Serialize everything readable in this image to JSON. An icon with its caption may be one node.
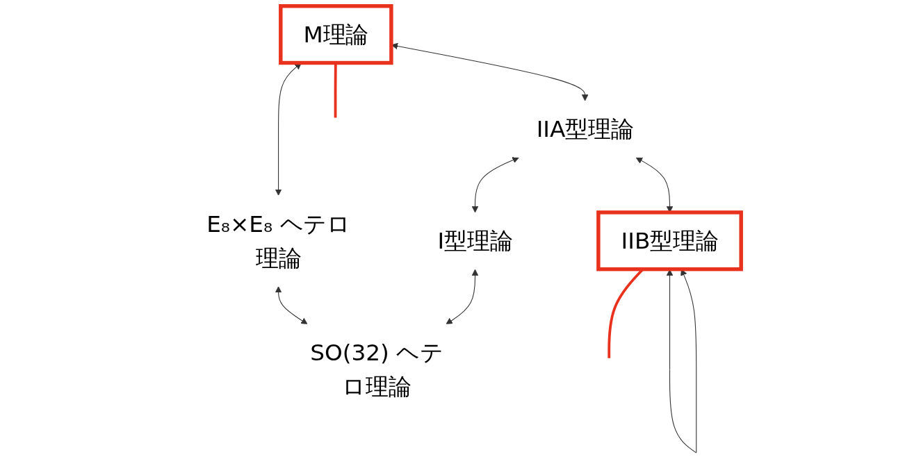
{
  "diagram": {
    "nodes": [
      {
        "text": [
          "M理論"
        ]
      },
      {
        "text": [
          "IIA型理論"
        ]
      },
      {
        "text": [
          "E₈×E₈ ヘテロ理論"
        ]
      },
      {
        "text": [
          "IIB型理論"
        ]
      },
      {
        "text": [
          "SO(32) ヘテロ理論"
        ]
      },
      {
        "text": [
          "I型理論"
        ]
      }
    ],
    "edges": [
      {
        "from": 0,
        "to": 1,
        "arrow": "both"
      },
      {
        "from": 0,
        "to": 2,
        "arrow": "both"
      },
      {
        "from": 1,
        "to": 3,
        "arrow": "both"
      },
      {
        "from": 1,
        "to": 5,
        "arrow": "both"
      },
      {
        "from": 2,
        "to": 4,
        "arrow": "both"
      },
      {
        "from": 5,
        "to": 4,
        "arrow": "both"
      },
      {
        "from": 3,
        "to": 3,
        "arrow": "both"
      },
      {
        "from": 0,
        "to": null,
        "arrow": "none",
        "style": "thick",
        "color": "#e8321e"
      },
      {
        "from": 3,
        "to": null,
        "arrow": "none",
        "style": "thick",
        "color": "#e8321e"
      }
    ]
  }
}
